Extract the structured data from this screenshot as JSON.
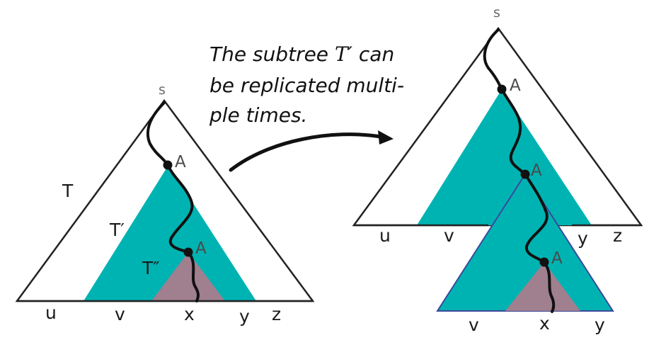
{
  "caption": {
    "line1_text": "The subtree ",
    "line1_math": "T′",
    "line1_tail": " can",
    "line2": "be replicated multi-",
    "line3": "ple times."
  },
  "left_tree": {
    "root_label": "s",
    "outer_label": "T",
    "middle_label": "T′",
    "inner_label": "T″",
    "node_upper_label": "A",
    "node_lower_label": "A",
    "base_labels": [
      "u",
      "v",
      "x",
      "y",
      "z"
    ]
  },
  "right_tree": {
    "root_label": "s",
    "node_labels": [
      "A",
      "A",
      "A"
    ],
    "top_base_labels": [
      "u",
      "v",
      "y",
      "z"
    ],
    "bottom_base_labels": [
      "v",
      "x",
      "y"
    ]
  },
  "colors": {
    "outer_fill": "#ffffff",
    "teal": "#00b3b3",
    "mauve": "#a07f8f",
    "path": "#111111",
    "outline": "#222222",
    "replica_outline": "#3a4a9a"
  }
}
